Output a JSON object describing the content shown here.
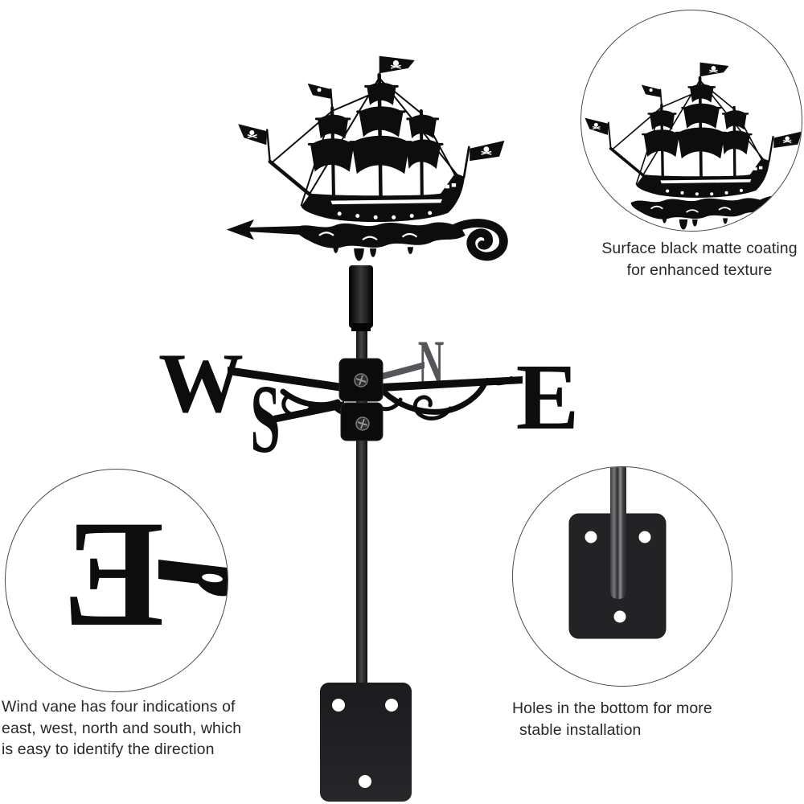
{
  "vane": {
    "letters": {
      "west": "W",
      "north": "N",
      "east": "E",
      "south": "S"
    }
  },
  "insets": {
    "detail_letter": "E"
  },
  "callouts": {
    "coating": {
      "lines": [
        "Surface black matte coating",
        "for enhanced texture"
      ]
    },
    "directions": {
      "lines": [
        "Wind vane has four indications of",
        "east, west, north and south, which",
        "is easy to identify the direction"
      ]
    },
    "installation": {
      "lines": [
        "Holes in the bottom for more",
        "stable installation"
      ]
    }
  },
  "colors": {
    "silhouette": "#0d0d0d",
    "north_gray": "#55555a",
    "plate": "#232326",
    "hub": "#0b0b0b",
    "text": "#282828",
    "circle_border": "#4a4a4a",
    "background": "#ffffff"
  }
}
